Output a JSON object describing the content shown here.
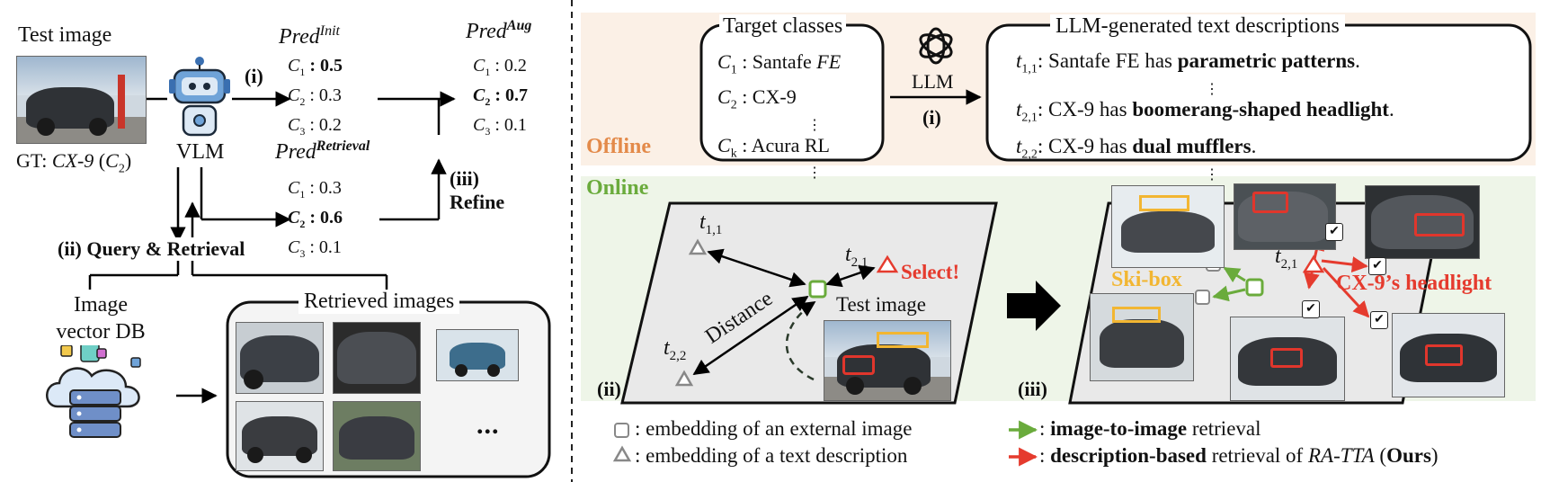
{
  "left": {
    "test_image_label": "Test image",
    "gt_label_prefix": "GT: ",
    "gt_label_class": "CX-9",
    "gt_label_c": "C",
    "gt_label_sub": "2",
    "vlm_label": "VLM",
    "step_i": "(i)",
    "step_ii": "(ii) Query & Retrieval",
    "step_iii_a": "(iii)",
    "step_iii_b": "Refine",
    "pred_init": "Pred",
    "pred_init_sup": "Init",
    "pred_aug": "Pred",
    "pred_aug_sup": "Aug",
    "pred_retrieval": "Pred",
    "pred_retrieval_sup": "Retrieval",
    "init_values": [
      ": 0.5",
      ": 0.3",
      ": 0.2"
    ],
    "aug_values": [
      ": 0.2",
      ": 0.7",
      ": 0.1"
    ],
    "retrieval_values": [
      ": 0.3",
      ": 0.6",
      ": 0.1"
    ],
    "class_symbol": "C",
    "class_subs": [
      "1",
      "2",
      "3"
    ],
    "db_label_1": "Image",
    "db_label_2": "vector DB",
    "retrieved_label": "Retrieved images",
    "ellipsis": "..."
  },
  "right_offline": {
    "target_classes_title": "Target classes",
    "classes": [
      {
        "c": "C",
        "sub": "1",
        "text": ": Santafe ",
        "text_it": "FE"
      },
      {
        "c": "C",
        "sub": "2",
        "text": ": CX-9",
        "text_it": ""
      },
      {
        "c": "C",
        "sub": "k",
        "text": ": Acura RL",
        "text_it": ""
      }
    ],
    "llm_label": "LLM",
    "step_i": "(i)",
    "desc_title": "LLM-generated text descriptions",
    "descriptions": [
      {
        "t": "t",
        "sub": "1,1",
        "plain": ": Santafe FE has ",
        "bold": "parametric patterns",
        "end": "."
      },
      {
        "t": "t",
        "sub": "2,1",
        "plain": ": CX-9 has ",
        "bold": "boomerang-shaped headlight",
        "end": "."
      },
      {
        "t": "t",
        "sub": "2,2",
        "plain": ": CX-9 has ",
        "bold": "dual mufflers",
        "end": "."
      }
    ],
    "offline_label": "Offline",
    "vdots": "⋮"
  },
  "right_online": {
    "online_label": "Online",
    "t11": "t",
    "t11_sub": "1,1",
    "t21": "t",
    "t21_sub": "2,1",
    "t22": "t",
    "t22_sub": "2,2",
    "select_label": "Select!",
    "distance_label": "Distance",
    "test_image_label": "Test image",
    "step_ii": "(ii)",
    "step_iii": "(iii)",
    "skibox_label": "Ski-box",
    "headlight_label": "CX-9’s headlight",
    "t21_right": "t",
    "t21_right_sub": "2,1"
  },
  "legend": {
    "square_text": ": embedding of an external image",
    "triangle_text": ": embedding of a text description",
    "green_bold": "image-to-image",
    "green_rest": " retrieval",
    "red_bold": "description-based",
    "red_rest": " retrieval of ",
    "red_it": "RA-TTA",
    "red_ours_open": " (",
    "red_ours": "Ours",
    "red_ours_close": ")",
    "colon": ": "
  },
  "colors": {
    "green": "#6aab3c",
    "red": "#e53b2e",
    "orange": "#e38a4a",
    "yellow_box": "#f2b632",
    "red_box": "#e0362c",
    "offline_bg": "#fbf0e6",
    "online_bg": "#eef5e8"
  }
}
